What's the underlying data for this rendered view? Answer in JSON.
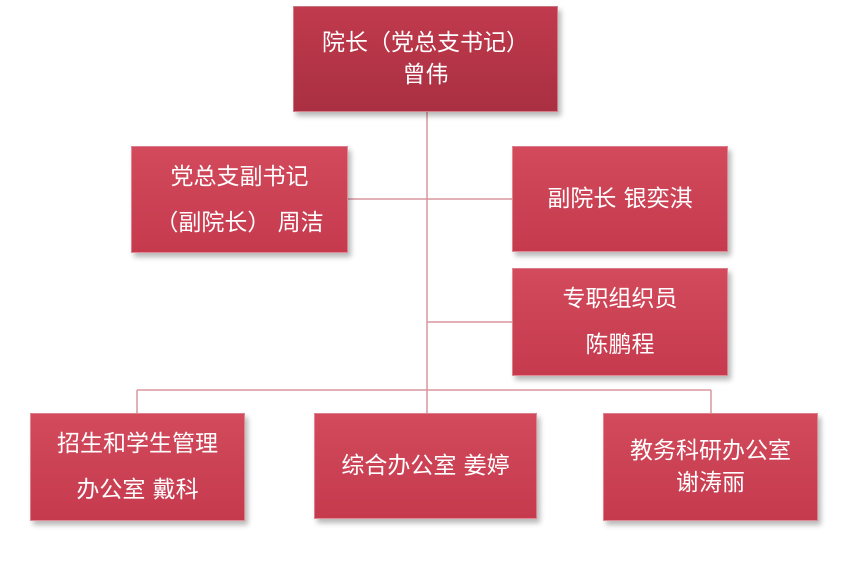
{
  "nodes": {
    "dean": {
      "lines": [
        "院长（党总支书记）",
        "曾伟"
      ]
    },
    "deputy_secretary": {
      "lines": [
        "党总支副书记",
        "（副院长）  周洁"
      ]
    },
    "vice_dean": {
      "lines": [
        "副院长  银奕淇"
      ]
    },
    "organizer": {
      "lines": [
        "专职组织员",
        "陈鹏程"
      ]
    },
    "admissions": {
      "lines": [
        "招生和学生管理",
        "办公室   戴科"
      ]
    },
    "general_office": {
      "lines": [
        "综合办公室  姜婷"
      ]
    },
    "academic_office": {
      "lines": [
        "教务科研办公室",
        "谢涛丽"
      ]
    }
  },
  "colors": {
    "box_fill": "#cc4257",
    "dean_fill": "#b3354a",
    "connector": "#d9959f",
    "text": "#ffffff"
  }
}
